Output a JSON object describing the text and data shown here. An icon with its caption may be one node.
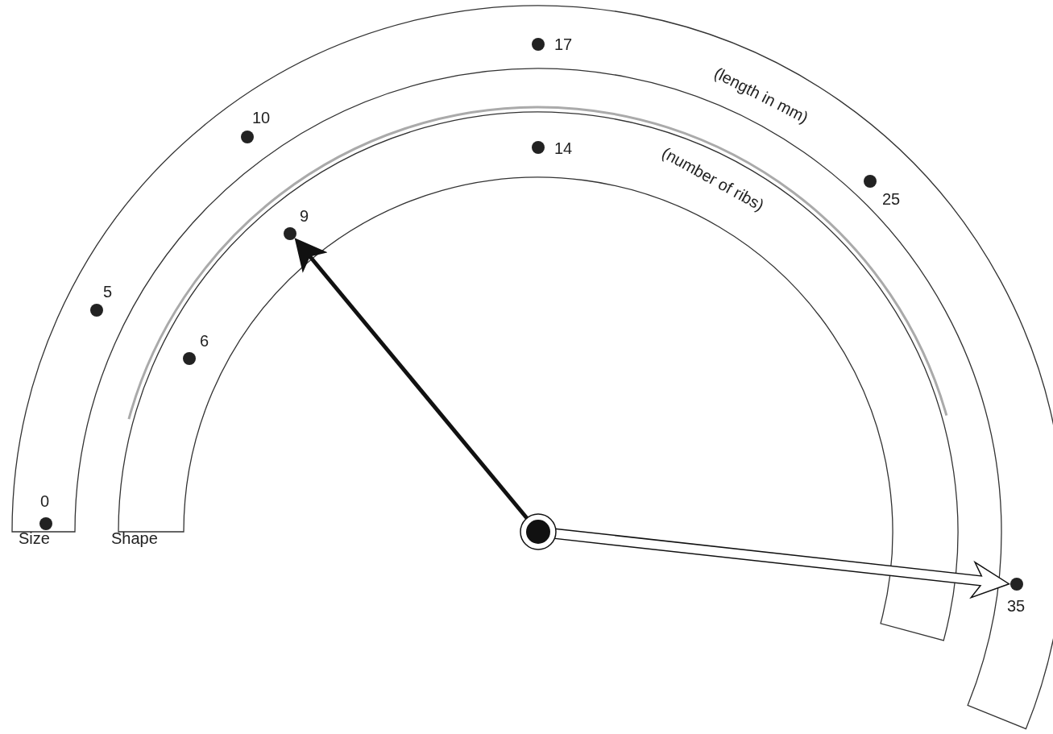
{
  "diagram": {
    "nodes": [
      {
        "text": [
          "Size",
          "(length in mm)"
        ]
      },
      {
        "text": [
          "Shape",
          "(number of ribs)"
        ]
      }
    ],
    "labels": [
      "17",
      "10",
      "14",
      "25",
      "9",
      "5",
      "6",
      "0",
      "35"
    ]
  }
}
